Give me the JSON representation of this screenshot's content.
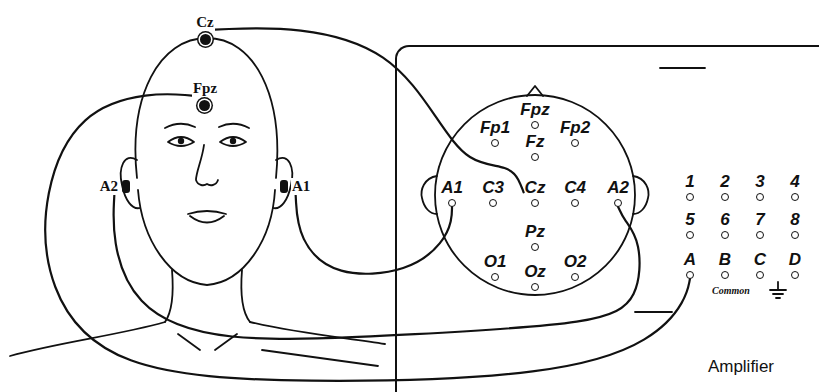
{
  "diagram": {
    "nodes": [
      {
        "text": [
          "Cz"
        ]
      },
      {
        "text": [
          "Fpz"
        ]
      },
      {
        "text": [
          "A2"
        ]
      },
      {
        "text": [
          "A1"
        ]
      },
      {
        "text": [
          "Amplifier"
        ]
      },
      {
        "text": [
          "Fpz"
        ],
        "in": 4
      },
      {
        "text": [
          "Fp1"
        ],
        "in": 4
      },
      {
        "text": [
          "Fp2"
        ],
        "in": 4
      },
      {
        "text": [
          "Fz"
        ],
        "in": 4
      },
      {
        "text": [
          "A1"
        ],
        "in": 4
      },
      {
        "text": [
          "C3"
        ],
        "in": 4
      },
      {
        "text": [
          "Cz"
        ],
        "in": 4
      },
      {
        "text": [
          "C4"
        ],
        "in": 4
      },
      {
        "text": [
          "A2"
        ],
        "in": 4
      },
      {
        "text": [
          "Pz"
        ],
        "in": 4
      },
      {
        "text": [
          "O1"
        ],
        "in": 4
      },
      {
        "text": [
          "O2"
        ],
        "in": 4
      },
      {
        "text": [
          "Oz"
        ],
        "in": 4
      },
      {
        "text": [
          "1"
        ],
        "in": 4
      },
      {
        "text": [
          "2"
        ],
        "in": 4
      },
      {
        "text": [
          "3"
        ],
        "in": 4
      },
      {
        "text": [
          "4"
        ],
        "in": 4
      },
      {
        "text": [
          "5"
        ],
        "in": 4
      },
      {
        "text": [
          "6"
        ],
        "in": 4
      },
      {
        "text": [
          "7"
        ],
        "in": 4
      },
      {
        "text": [
          "8"
        ],
        "in": 4
      },
      {
        "text": [
          "A"
        ],
        "in": 4
      },
      {
        "text": [
          "B"
        ],
        "in": 4
      },
      {
        "text": [
          "C"
        ],
        "in": 4
      },
      {
        "text": [
          "D"
        ],
        "in": 4
      }
    ],
    "edges": [
      {
        "from": 0,
        "to": 11,
        "arrow": "none"
      },
      {
        "from": 1,
        "to": 26,
        "arrow": "none"
      },
      {
        "from": 2,
        "to": 13,
        "arrow": "none"
      },
      {
        "from": 3,
        "to": 9,
        "arrow": "none"
      }
    ],
    "labels": [
      "Common"
    ]
  }
}
